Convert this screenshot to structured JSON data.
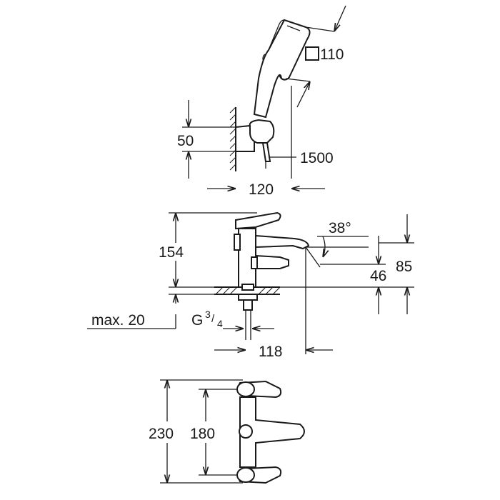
{
  "dimensions": {
    "shower_head_size": "110",
    "holder_height": "50",
    "hose_length": "1500",
    "holder_depth": "120",
    "total_height": "154",
    "spout_angle": "38°",
    "spout_height": "46",
    "outlet_height": "85",
    "max_deck_thickness": "max. 20",
    "thread_base": "G",
    "thread_num": "3",
    "thread_den": "4",
    "spout_reach": "118",
    "total_width": "230",
    "handle_spacing": "180"
  },
  "colors": {
    "line": "#1a1a1a",
    "background": "#ffffff"
  }
}
